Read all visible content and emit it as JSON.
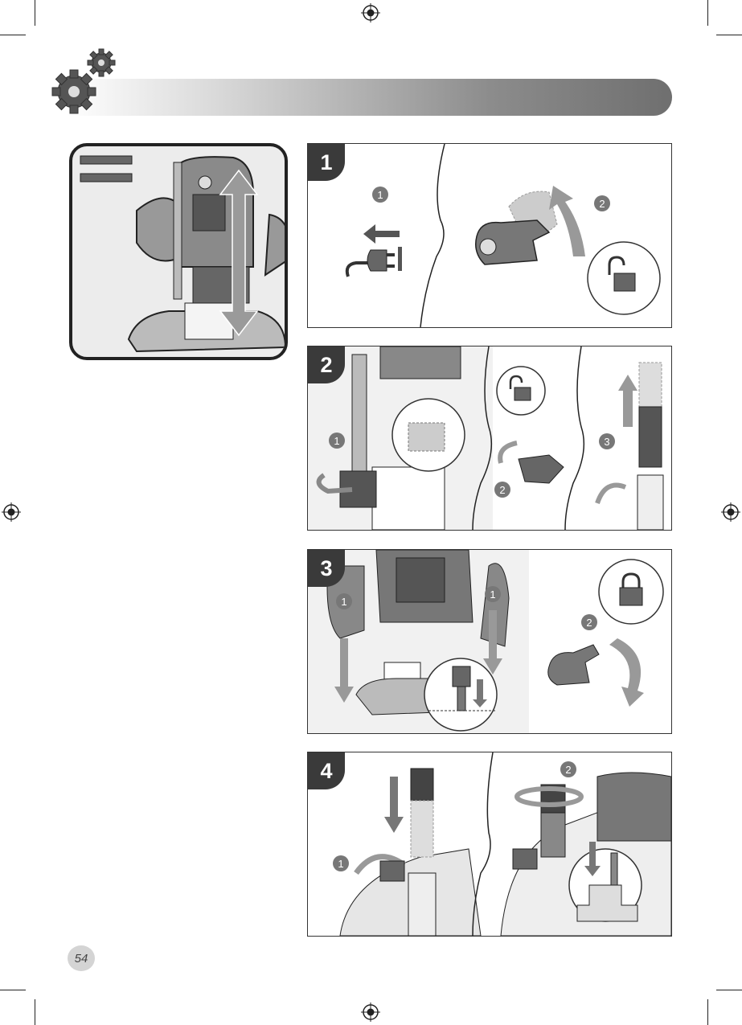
{
  "page_number": "54",
  "steps": [
    {
      "label": "1",
      "markers": [
        "1",
        "2"
      ]
    },
    {
      "label": "2",
      "markers": [
        "1",
        "2",
        "3"
      ]
    },
    {
      "label": "3",
      "markers": [
        "1",
        "1",
        "2"
      ]
    },
    {
      "label": "4",
      "markers": [
        "1",
        "2"
      ]
    }
  ],
  "icons": {
    "header": "gears-icon",
    "registration": "registration-mark-icon",
    "unlock": "unlocked-padlock-icon",
    "lock": "locked-padlock-icon",
    "plug": "unplug-icon"
  },
  "colors": {
    "banner_dark": "#6f6f6f",
    "badge": "#3a3a3a",
    "marker": "#777777"
  }
}
